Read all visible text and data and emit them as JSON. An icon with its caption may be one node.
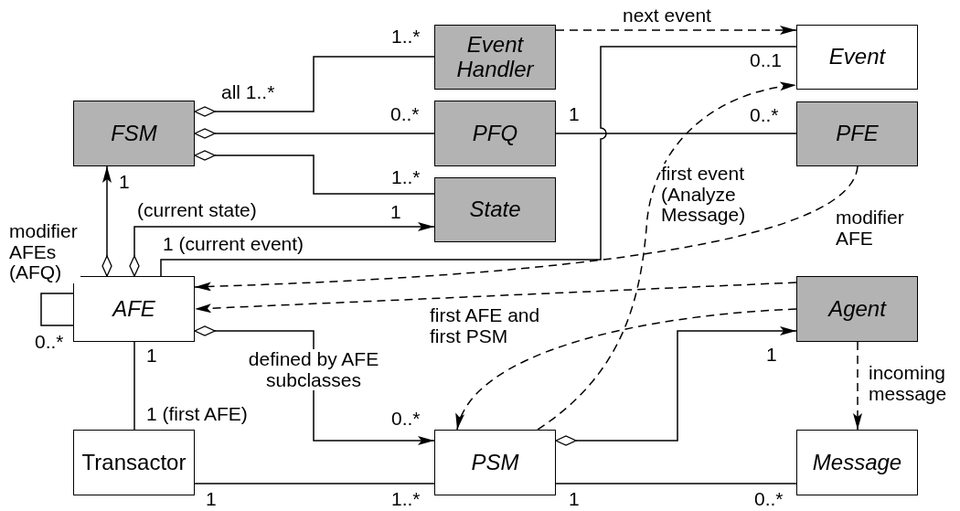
{
  "diagram": {
    "nodes": [
      {
        "text": [
          "FSM"
        ]
      },
      {
        "text": [
          "Event Handler"
        ]
      },
      {
        "text": [
          "PFQ"
        ]
      },
      {
        "text": [
          "State"
        ]
      },
      {
        "text": [
          "Event"
        ]
      },
      {
        "text": [
          "PFE"
        ]
      },
      {
        "text": [
          "AFE"
        ]
      },
      {
        "text": [
          "Agent"
        ]
      },
      {
        "text": [
          "Transactor"
        ]
      },
      {
        "text": [
          "PSM"
        ]
      },
      {
        "text": [
          "Message"
        ]
      }
    ],
    "edges": [
      {
        "from": 0,
        "to": 1,
        "arrow": "other",
        "label": "all 1..*"
      },
      {
        "from": 0,
        "to": 2,
        "arrow": "other"
      },
      {
        "from": 0,
        "to": 3,
        "arrow": "other"
      },
      {
        "from": 1,
        "to": 4,
        "arrow": "to",
        "style": "dashed",
        "label": "next event"
      },
      {
        "from": 2,
        "to": 5,
        "arrow": "none"
      },
      {
        "from": 6,
        "to": 0,
        "arrow": "to"
      },
      {
        "from": 6,
        "to": 3,
        "arrow": "to",
        "label": "(current state)"
      },
      {
        "from": 6,
        "to": 4,
        "arrow": "none",
        "label": "1 (current event)"
      },
      {
        "from": 6,
        "to": 6,
        "arrow": "none",
        "label": "modifier AFEs (AFQ)"
      },
      {
        "from": 5,
        "to": 6,
        "arrow": "to",
        "style": "dashed",
        "label": "modifier AFE"
      },
      {
        "from": 7,
        "to": 6,
        "arrow": "to",
        "style": "dashed"
      },
      {
        "from": 7,
        "to": 9,
        "arrow": "to",
        "style": "dashed",
        "label": "first AFE and first PSM"
      },
      {
        "from": 9,
        "to": 4,
        "arrow": "to",
        "style": "dashed",
        "label": "first event (Analyze Message)"
      },
      {
        "from": 6,
        "to": 9,
        "arrow": "to",
        "label": "defined by AFE subclasses"
      },
      {
        "from": 6,
        "to": 8,
        "arrow": "none"
      },
      {
        "from": 8,
        "to": 9,
        "arrow": "none"
      },
      {
        "from": 9,
        "to": 7,
        "arrow": "to"
      },
      {
        "from": 9,
        "to": 10,
        "arrow": "none"
      },
      {
        "from": 7,
        "to": 10,
        "arrow": "to",
        "style": "dashed",
        "label": "incoming message"
      }
    ],
    "labels": [
      "1..*",
      "0..*",
      "1",
      "0..1",
      "0..*",
      "1",
      "1..*",
      "1",
      "0..*",
      "1",
      "1",
      "1 (first AFE)",
      "0..*",
      "1",
      "1..*",
      "1",
      "0..*"
    ]
  }
}
